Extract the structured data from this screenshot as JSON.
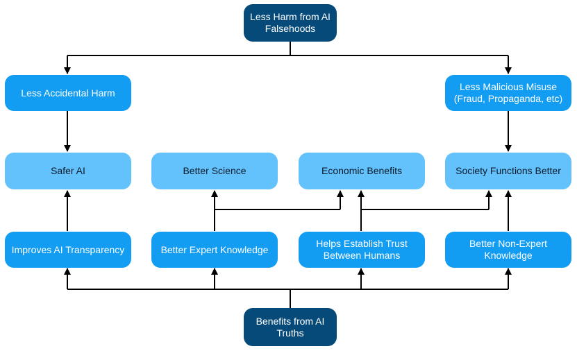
{
  "diagram": {
    "nodes": {
      "top": {
        "label": "Less Harm from AI\nFalsehoods"
      },
      "accidental": {
        "label": "Less Accidental Harm"
      },
      "malicious": {
        "label": "Less Malicious Misuse\n(Fraud, Propaganda, etc)"
      },
      "safer": {
        "label": "Safer AI"
      },
      "science": {
        "label": "Better Science"
      },
      "economic": {
        "label": "Economic Benefits"
      },
      "society": {
        "label": "Society Functions Better"
      },
      "transparency": {
        "label": "Improves AI Transparency"
      },
      "expert": {
        "label": "Better Expert Knowledge"
      },
      "trust": {
        "label": "Helps Establish Trust\nBetween Humans"
      },
      "nonexpert": {
        "label": "Better Non-Expert\nKnowledge"
      },
      "bottom": {
        "label": "Benefits from AI\nTruths"
      }
    },
    "colors": {
      "dark": "#064a7a",
      "mid": "#129cf2",
      "light": "#63c1fb",
      "edge": "#000000"
    }
  }
}
